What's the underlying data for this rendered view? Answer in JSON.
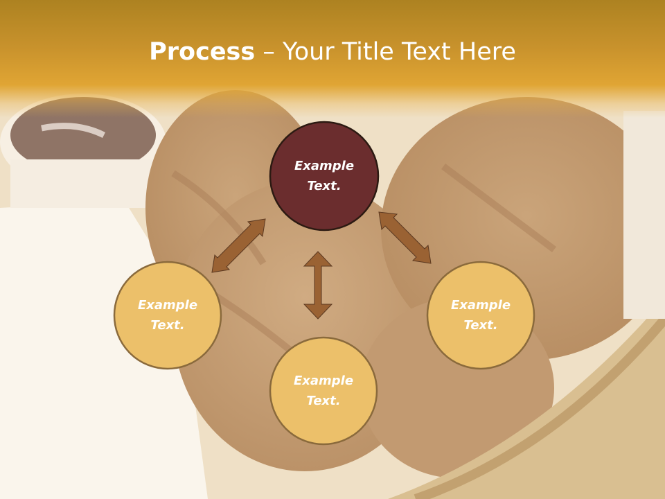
{
  "slide": {
    "title_bold": "Process",
    "title_dash": " – ",
    "title_rest": "Your Title Text Here"
  },
  "nodes": [
    {
      "id": "top",
      "line1": "Example",
      "line2": "Text."
    },
    {
      "id": "left",
      "line1": "Example",
      "line2": "Text."
    },
    {
      "id": "bottom",
      "line1": "Example",
      "line2": "Text."
    },
    {
      "id": "right",
      "line1": "Example",
      "line2": "Text."
    }
  ],
  "colors": {
    "center_fill": "#6b2d2e",
    "outer_fill": "#ecc06a",
    "outline": "#8a6a3c",
    "arrow": "#9a6233",
    "title_band": "#dca233"
  }
}
